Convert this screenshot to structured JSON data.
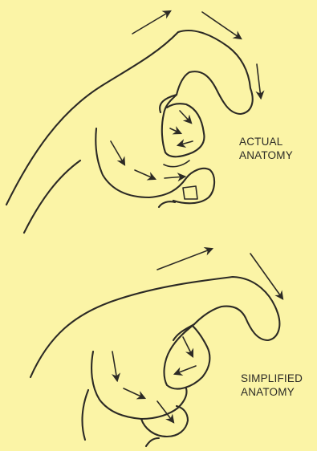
{
  "labels": {
    "actual": [
      "ACTUAL",
      "ANATOMY"
    ],
    "simplified": [
      "SIMPLIFIED",
      "ANATOMY"
    ]
  },
  "colors": {
    "background": "#fbf4a6",
    "ink": "#2c2a25"
  }
}
